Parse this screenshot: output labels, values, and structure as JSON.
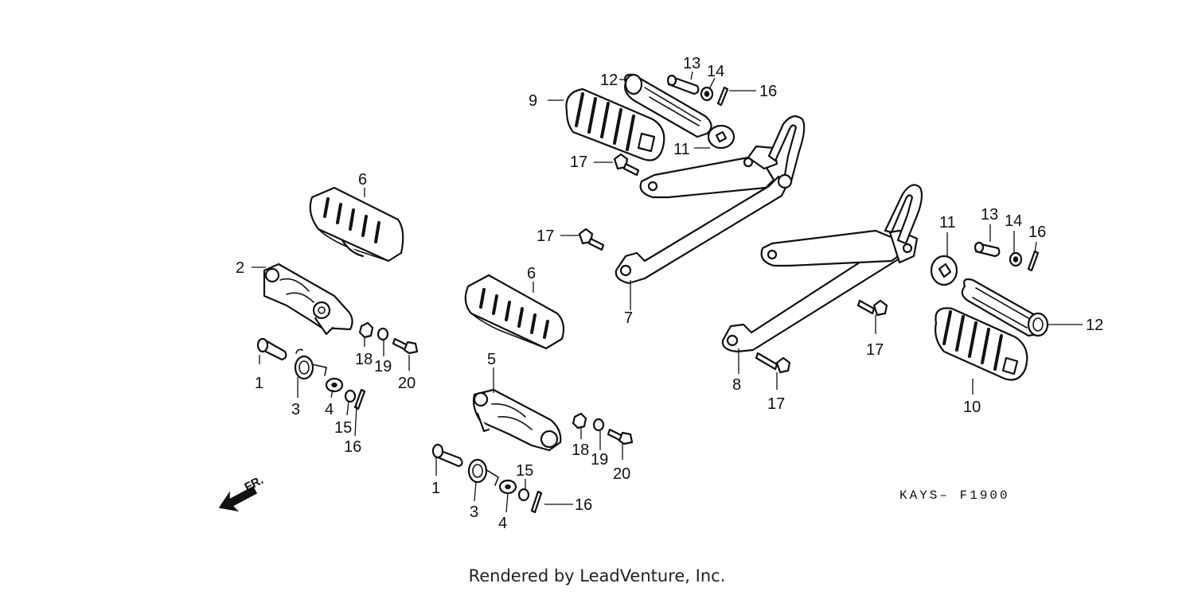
{
  "diagram": {
    "labels": {
      "l1a": "1",
      "l1b": "1",
      "l2": "2",
      "l3a": "3",
      "l3b": "3",
      "l4a": "4",
      "l4b": "4",
      "l5": "5",
      "l6a": "6",
      "l6b": "6",
      "l7": "7",
      "l8": "8",
      "l9": "9",
      "l10": "10",
      "l11a": "11",
      "l11b": "11",
      "l12a": "12",
      "l12b": "12",
      "l13a": "13",
      "l13b": "13",
      "l14a": "14",
      "l14b": "14",
      "l15a": "15",
      "l15b": "15",
      "l16a": "16",
      "l16b": "16",
      "l16c": "16",
      "l16d": "16",
      "l17a": "17",
      "l17b": "17",
      "l17c": "17",
      "l17d": "17",
      "l18a": "18",
      "l18b": "18",
      "l19a": "19",
      "l19b": "19",
      "l20a": "20",
      "l20b": "20"
    },
    "diagram_code": "KAYS– F1900",
    "direction_label": "FR.",
    "icons": [
      "front-direction-arrow-icon"
    ]
  },
  "footer": {
    "text": "Rendered by LeadVenture, Inc."
  }
}
